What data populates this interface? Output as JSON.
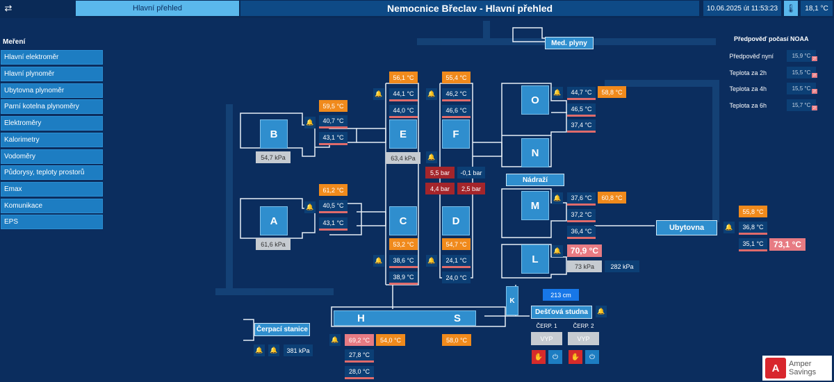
{
  "header": {
    "swap_icon": "⇄",
    "tab_main": "Hlavní přehled",
    "title": "Nemocnice Břeclav - Hlavní přehled",
    "datetime": "10.06.2025 út 11:53:23",
    "thermometer_icon": "🌡",
    "outside_temp": "18,1 °C"
  },
  "sidebar": {
    "title": "Meření",
    "items": [
      "Hlavní elektroměr",
      "Hlavní plynoměr",
      "Ubytovna plynoměr",
      "Parní kotelna plynoměry",
      "Elektroměry",
      "Kalorimetry",
      "Vodoměry",
      "Půdorysy, teploty prostorů",
      "Emax",
      "Komunikace",
      "EPS"
    ]
  },
  "buildings": {
    "B": "B",
    "A": "A",
    "E": "E",
    "F": "F",
    "C": "C",
    "D": "D",
    "O": "O",
    "N": "N",
    "M": "M",
    "L": "L",
    "H": "H",
    "S": "S",
    "K": "K"
  },
  "named": {
    "med_plyny": "Med. plyny",
    "nadrazi": "Nádraží",
    "ubytovna": "Ubytovna",
    "cerpaci": "Čerpací stanice",
    "destova": "Dešťová studna"
  },
  "values": {
    "b_top": "59,5 °C",
    "b_1": "40,7 °C",
    "b_2": "43,1 °C",
    "b_kpa": "54,7 kPa",
    "a_top": "61,2 °C",
    "a_1": "40,5 °C",
    "a_2": "43,1 °C",
    "a_kpa": "61,6 kPa",
    "e_top": "56,1 °C",
    "e_1": "44,1 °C",
    "e_2": "44,0 °C",
    "e_kpa": "63,4 kPa",
    "f_top": "55,4 °C",
    "f_1": "46,2 °C",
    "f_2": "46,6 °C",
    "bar_1": "5,5 bar",
    "bar_2": "-0,1 bar",
    "bar_3": "4,4 bar",
    "bar_4": "2,5 bar",
    "c_top": "53,2 °C",
    "c_1": "38,6 °C",
    "c_2": "38,9 °C",
    "d_top": "54,7 °C",
    "d_1": "24,1 °C",
    "d_2": "24,0 °C",
    "o_1": "44,7 °C",
    "o_top": "58,8 °C",
    "o_2": "46,5 °C",
    "o_3": "37,4 °C",
    "m_1": "37,6 °C",
    "m_top": "60,8 °C",
    "m_2": "37,2 °C",
    "m_3": "36,4 °C",
    "l_big": "70,9 °C",
    "l_kpa": "73 kPa",
    "l_kpa2": "282 kPa",
    "u_top": "55,8 °C",
    "u_1": "36,8 °C",
    "u_2": "35,1 °C",
    "u_big": "73,1 °C",
    "h_1": "69,2 °C",
    "h_2": "54,0 °C",
    "h_3": "27,8 °C",
    "h_4": "28,0 °C",
    "s_1": "58,0 °C",
    "cerp_kpa": "381 kPa",
    "well_level": "213 cm"
  },
  "pumps": {
    "p1_label": "ČERP. 1",
    "p2_label": "ČERP. 2",
    "p1_state": "VYP",
    "p2_state": "VYP"
  },
  "forecast": {
    "title": "Předpověď počasí NOAA",
    "rows": [
      {
        "label": "Předpověď nyní",
        "value": "15,9 °C"
      },
      {
        "label": "Teplota za 2h",
        "value": "15,5 °C"
      },
      {
        "label": "Teplota za 4h",
        "value": "15,5 °C"
      },
      {
        "label": "Teplota za 6h",
        "value": "15,7 °C"
      }
    ]
  },
  "icons": {
    "bell": "🔔",
    "hand": "✋",
    "power": "⏻"
  },
  "logo": {
    "mark": "A",
    "line1": "Amper",
    "line2": "Savings"
  }
}
